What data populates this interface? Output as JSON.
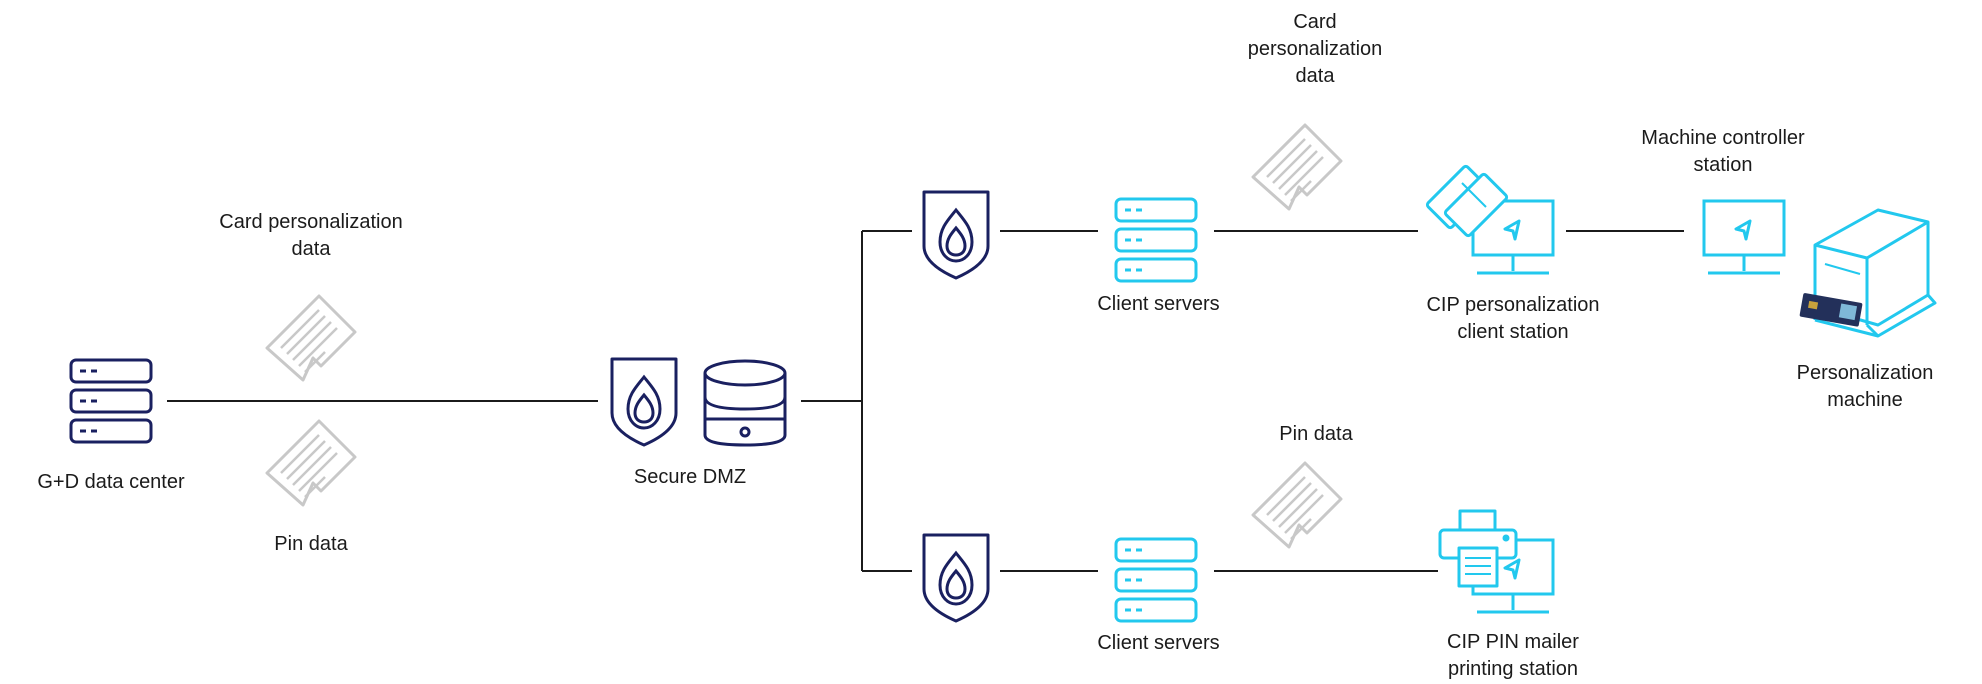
{
  "colors": {
    "navy": "#1a2060",
    "cyan": "#22c8ee",
    "doc_gray": "#c8c8c8",
    "line": "#1b1b1b",
    "card_blue": "#23305a"
  },
  "nodes": {
    "data_center": {
      "label": "G+D data center",
      "icon": "server-icon"
    },
    "secure_dmz": {
      "label": "Secure DMZ",
      "icons": [
        "security-shield-icon",
        "database-icon"
      ]
    },
    "firewall_top": {
      "icon": "security-shield-icon"
    },
    "firewall_bottom": {
      "icon": "security-shield-icon"
    },
    "client_servers_top": {
      "label": "Client servers",
      "icon": "server-icon"
    },
    "client_servers_bottom": {
      "label": "Client servers",
      "icon": "server-icon"
    },
    "cip_personalization": {
      "label_line1": "CIP personalization",
      "label_line2": "client station",
      "icon": "workstation-with-cards-icon"
    },
    "machine_controller": {
      "label_line1": "Machine controller",
      "label_line2": "station",
      "icon": "workstation-icon"
    },
    "personalization_machine": {
      "label_line1": "Personalization",
      "label_line2": "machine",
      "icon": "personalization-machine-icon"
    },
    "cip_pin_mailer": {
      "label_line1": "CIP PIN mailer",
      "label_line2": "printing station",
      "icon": "printer-workstation-icon"
    }
  },
  "data_flows": {
    "card_data_left": {
      "label_line1": "Card personalization",
      "label_line2": "data",
      "icon": "document-icon"
    },
    "pin_data_left": {
      "label": "Pin data",
      "icon": "document-icon"
    },
    "card_data_right": {
      "label_line1": "Card",
      "label_line2": "personalization",
      "label_line3": "data",
      "icon": "document-icon"
    },
    "pin_data_right": {
      "label": "Pin data",
      "icon": "document-icon"
    }
  }
}
